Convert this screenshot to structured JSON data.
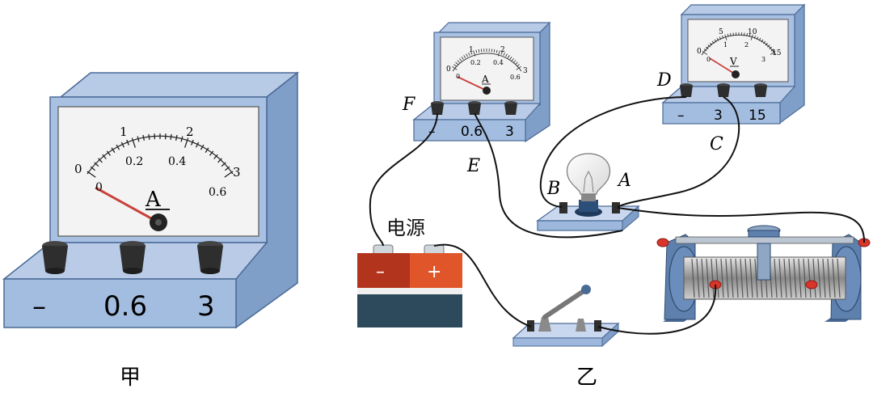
{
  "figure_labels": {
    "left": "甲",
    "right": "乙"
  },
  "ammeter_big": {
    "scale_top": [
      "0",
      "1",
      "2",
      "3"
    ],
    "scale_bottom": [
      "0",
      "0.2",
      "0.4",
      "0.6"
    ],
    "unit": "A",
    "terminals": [
      "–",
      "0.6",
      "3"
    ]
  },
  "ammeter_small": {
    "scale_top": [
      "0",
      "1",
      "2",
      "3"
    ],
    "scale_bottom": [
      "0",
      "0.2",
      "0.4",
      "0.6"
    ],
    "unit": "A",
    "terminals": [
      "–",
      "0.6",
      "3"
    ]
  },
  "voltmeter": {
    "scale_top": [
      "0",
      "5",
      "10",
      "15"
    ],
    "scale_bottom": [
      "0",
      "1",
      "2",
      "3"
    ],
    "unit": "V",
    "terminals": [
      "–",
      "3",
      "15"
    ]
  },
  "battery": {
    "title": "电源",
    "neg": "–",
    "pos": "+"
  },
  "points": {
    "A": "A",
    "B": "B",
    "C": "C",
    "D": "D",
    "E": "E",
    "F": "F"
  },
  "colors": {
    "meter_body": "#9db8dc",
    "meter_dark": "#6f8fba",
    "dial": "#f2f2f2",
    "needle": "#d9534f",
    "terminal": "#333333",
    "battery_red": "#d8401f",
    "battery_dark": "#2c4a5c",
    "rheostat_red": "#d9352a",
    "wire": "#111111"
  }
}
